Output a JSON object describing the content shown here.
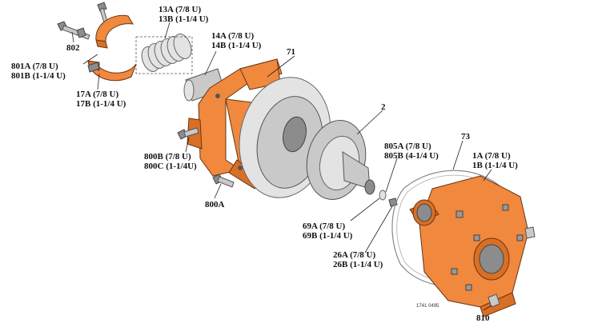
{
  "labels": {
    "p13a": "13A (7/8 U)",
    "p13b": "13B (1-1/4 U)",
    "p802": "802",
    "p801a": "801A (7/8 U)",
    "p801b": "801B (1-1/4 U)",
    "p14a": "14A (7/8 U)",
    "p14b": "14B (1-1/4 U)",
    "p71": "71",
    "p17a": "17A (7/8 U)",
    "p17b": "17B (1-1/4 U)",
    "p2": "2",
    "p800b": "800B (7/8 U)",
    "p800c": "800C (1-1/4U)",
    "p805a": "805A (7/8 U)",
    "p805b": "805B (4-1/4 U)",
    "p73": "73",
    "p1a": "1A (7/8 U)",
    "p1b": "1B (1-1/4 U)",
    "p800a": "800A",
    "p69a": "69A (7/8 U)",
    "p69b": "69B (1-1/4 U)",
    "p26a": "26A (7/8 U)",
    "p26b": "26B (1-1/4 U)",
    "p810": "810",
    "drawing_number": "1741 0495"
  },
  "colors": {
    "casting": "#f0883e",
    "metal": "#c9c9c9",
    "outline": "#6a3414"
  }
}
